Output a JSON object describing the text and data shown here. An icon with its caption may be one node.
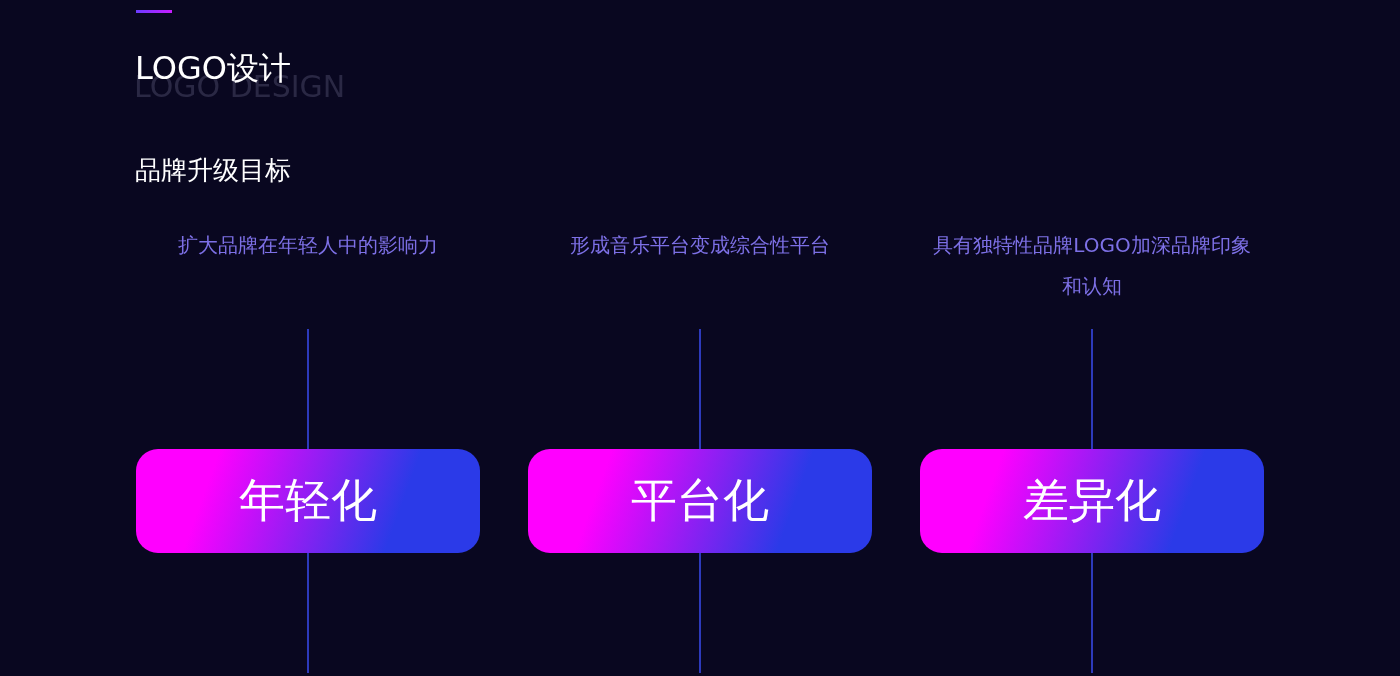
{
  "diagram": {
    "title": "LOGO设计",
    "nodes": [
      {
        "text": [
          "扩大品牌在年轻人中的影响力"
        ]
      },
      {
        "text": [
          "形成音乐平台变成综合性平台"
        ]
      },
      {
        "text": [
          "具有独特性品牌LOGO加深品牌印象和认知"
        ]
      },
      {
        "text": [
          "年轻化"
        ]
      },
      {
        "text": [
          "平台化"
        ]
      },
      {
        "text": [
          "差异化"
        ]
      }
    ],
    "edges": [
      {
        "from": 0,
        "to": 3,
        "arrow": "none"
      },
      {
        "from": 1,
        "to": 4,
        "arrow": "none"
      },
      {
        "from": 2,
        "to": 5,
        "arrow": "none"
      },
      {
        "from": 3,
        "to": null,
        "arrow": "none"
      },
      {
        "from": 4,
        "to": null,
        "arrow": "none"
      },
      {
        "from": 5,
        "to": null,
        "arrow": "none"
      }
    ],
    "labels": [
      "LOGO DESIGN",
      "品牌升级目标"
    ]
  }
}
